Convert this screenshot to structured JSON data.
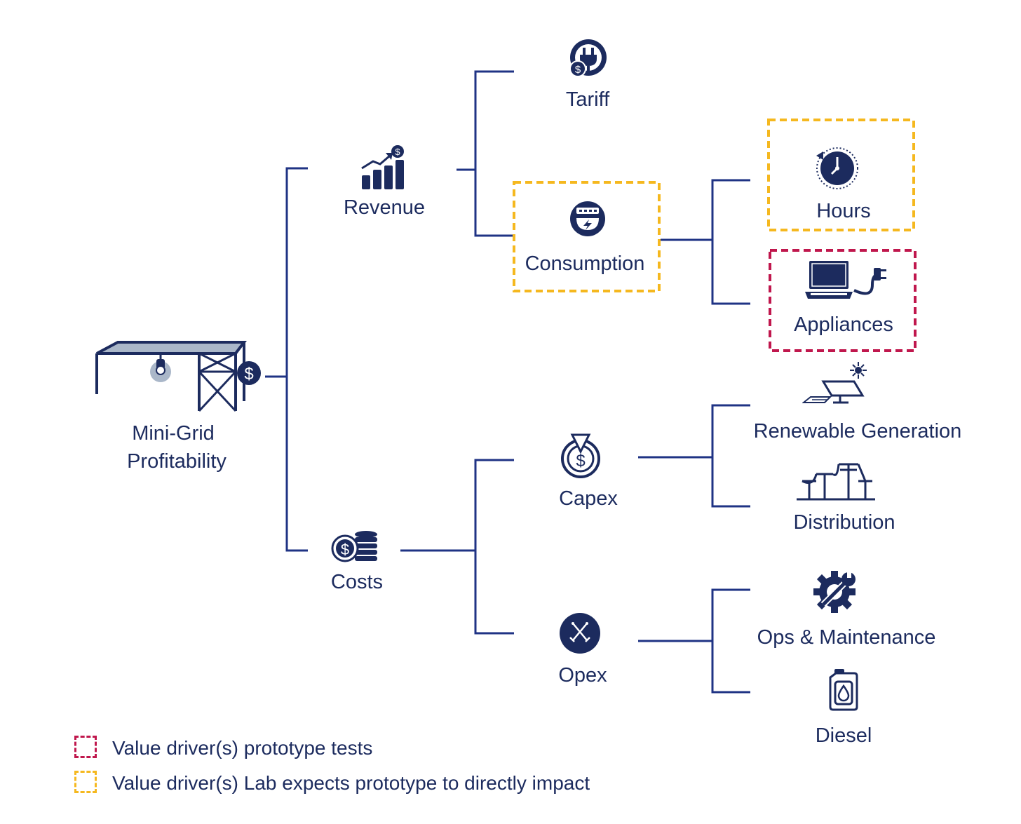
{
  "colors": {
    "navy": "#1c2b5e",
    "line": "#1f3384",
    "test_border": "#c0174d",
    "impact_border": "#f5b81f",
    "panel_gray": "#aab7c9"
  },
  "nodes": {
    "root": {
      "line1": "Mini-Grid",
      "line2": "Profitability",
      "icon": "mini-grid-canopy-icon"
    },
    "revenue": {
      "label": "Revenue",
      "icon": "revenue-chart-icon"
    },
    "costs": {
      "label": "Costs",
      "icon": "coin-stack-icon"
    },
    "tariff": {
      "label": "Tariff",
      "icon": "plug-dollar-icon"
    },
    "consumption": {
      "label": "Consumption",
      "icon": "electric-meter-icon"
    },
    "hours": {
      "label": "Hours",
      "icon": "clock-icon"
    },
    "appliances": {
      "label": "Appliances",
      "icon": "laptop-plug-icon"
    },
    "capex": {
      "label": "Capex",
      "icon": "dollar-target-icon"
    },
    "opex": {
      "label": "Opex",
      "icon": "opex-badge-icon"
    },
    "renewable": {
      "label": "Renewable Generation",
      "icon": "solar-panel-icon"
    },
    "distribution": {
      "label": "Distribution",
      "icon": "power-poles-icon"
    },
    "ops": {
      "label": "Ops & Maintenance",
      "icon": "gear-wrench-icon"
    },
    "diesel": {
      "label": "Diesel",
      "icon": "fuel-can-icon"
    }
  },
  "legend": [
    {
      "text": "Value driver(s) prototype tests",
      "kind": "test"
    },
    {
      "text": "Value driver(s) Lab expects prototype to directly impact",
      "kind": "impact"
    }
  ]
}
